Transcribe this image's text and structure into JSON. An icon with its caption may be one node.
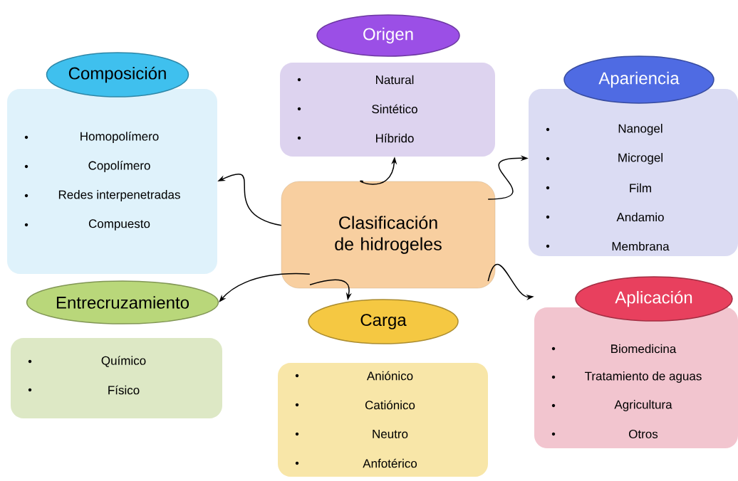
{
  "diagram": {
    "nodes": [
      {
        "text": [
          "Clasificación de hidrogeles"
        ]
      },
      {
        "text": [
          "Composición",
          "Homopolímero",
          "Copolímero",
          "Redes interpenetradas",
          "Compuesto"
        ]
      },
      {
        "text": [
          "Origen",
          "Natural",
          "Sintético",
          "Híbrido"
        ]
      },
      {
        "text": [
          "Apariencia",
          "Nanogel",
          "Microgel",
          "Film",
          "Andamio",
          "Membrana"
        ]
      },
      {
        "text": [
          "Entrecruzamiento",
          "Químico",
          "Físico"
        ]
      },
      {
        "text": [
          "Carga",
          "Aniónico",
          "Catiónico",
          "Neutro",
          "Anfotérico"
        ]
      },
      {
        "text": [
          "Aplicación",
          "Biomedicina",
          "Tratamiento de aguas",
          "Agricultura",
          "Otros"
        ]
      }
    ],
    "edges": [
      {
        "from": 0,
        "to": 1,
        "arrow": "to"
      },
      {
        "from": 0,
        "to": 2,
        "arrow": "to"
      },
      {
        "from": 0,
        "to": 3,
        "arrow": "to"
      },
      {
        "from": 0,
        "to": 6,
        "arrow": "to"
      },
      {
        "from": 0,
        "to": 5,
        "arrow": "to"
      },
      {
        "from": 0,
        "to": 4,
        "arrow": "to"
      }
    ]
  }
}
